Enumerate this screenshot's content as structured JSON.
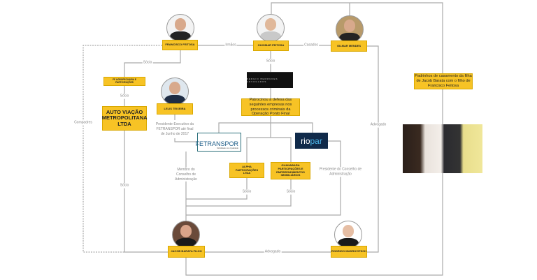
{
  "people": {
    "francisco": "FRANCISCO FEITOSA",
    "guiomar": "GUIOMAR FEITOSA",
    "gilmar": "GILMAR MENDES",
    "lelis": "LELIS TEIXEIRA",
    "jacob": "JACOB BARATA FILHO",
    "rodrigo": "RODRIGO MUDROVITSCH"
  },
  "companies": {
    "fp": "FF AGROPECUARIA E PARTICIPAÇÕES",
    "auto_viacao": "AUTO VIAÇÃO METROPOLITANA LTDA",
    "alpha": "ALPHA PARTICIPAÇÕES LTDA",
    "guanabara": "GUANABARA PARTICIPAÇÕES E EMPREENDIMENTOS IMOBILIÁRIOS",
    "law_firm": "SERGIO BERMUDES ADVOGADOS",
    "fetranspor": "FETRANSPOR",
    "fetranspor_tagline": "Mobilidade com Qualidade",
    "riopar_a": "rio",
    "riopar_b": "par"
  },
  "notes": {
    "defense": "Patrocinou a defesa das seguintes empresas nos processos criminais da Operação Ponto Final",
    "padrinhos": "Padrinhos de casamento da filha de Jacob Barata com o filho de Francisco Feitosa"
  },
  "labels": {
    "irmaos": "Irmãos",
    "casados": "Casados",
    "socio_ff": "Sócio",
    "socio_fp": "Sócio",
    "socio_guiomar": "Sócio",
    "socio_auto": "Sócio",
    "socio_alpha": "Sócio",
    "socio_guanabara": "Sócio",
    "compadres": "Compadres",
    "advogado_gilmar": "Advogado",
    "advogado_rodrigo": "Advogado",
    "lelis_role": "Presidente-Executivo da FETRANSPOR até final de Junho de 2017",
    "membro": "Membro do Conselho de Administração",
    "presidente": "Presidente do Conselho de Administração"
  },
  "colors": {
    "accent": "#f7c325",
    "line": "#aaaaaa"
  }
}
